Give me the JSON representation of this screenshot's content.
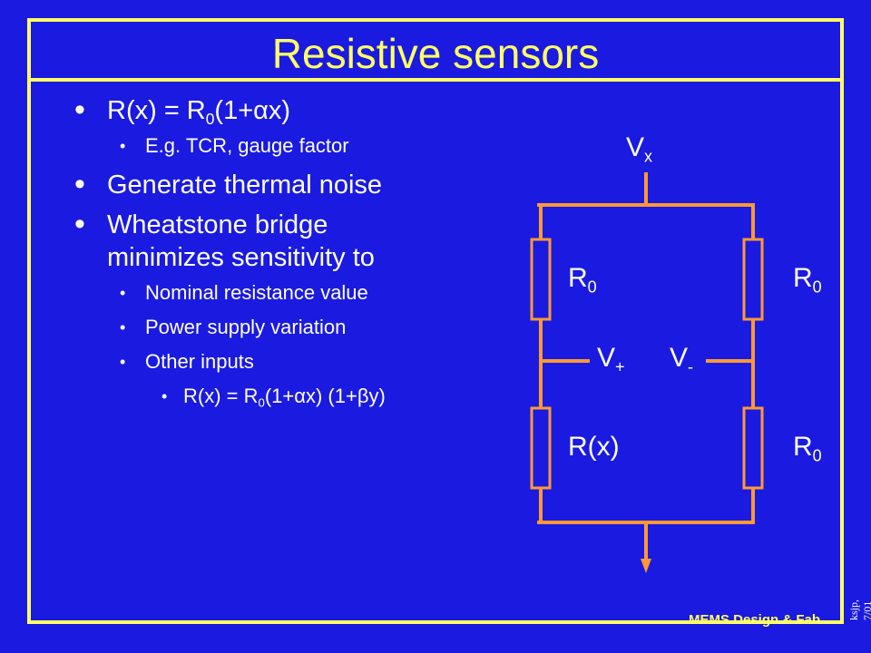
{
  "slide": {
    "title": "Resistive sensors",
    "footer": "MEMS Design & Fab",
    "corner_note": "ksjp, 7/01",
    "colors": {
      "background": "#1a1ae0",
      "frame": "#ffff66",
      "wire": "#ff9933",
      "resistor": "#ff9933",
      "text": "#ffffff"
    }
  },
  "bullets": {
    "b1_pre": "R(x) = R",
    "b1_sub": "0",
    "b1_post": "(1+αx)",
    "b1_1": "E.g. TCR, gauge factor",
    "b2": "Generate thermal noise",
    "b3_line1": "Wheatstone bridge",
    "b3_line2": "minimizes sensitivity to",
    "b3_1": "Nominal resistance value",
    "b3_2": "Power supply variation",
    "b3_3": "Other inputs",
    "b3_3_1_pre": "R(x) = R",
    "b3_3_1_sub": "0",
    "b3_3_1_post": "(1+αx) (1+βy)"
  },
  "circuit": {
    "vx_main": "V",
    "vx_sub": "x",
    "r_top_left_main": "R",
    "r_top_left_sub": "0",
    "r_top_right_main": "R",
    "r_top_right_sub": "0",
    "vplus_main": "V",
    "vplus_sub": "+",
    "vminus_main": "V",
    "vminus_sub": "-",
    "r_bottom_left": "R(x)",
    "r_bottom_right_main": "R",
    "r_bottom_right_sub": "0"
  }
}
